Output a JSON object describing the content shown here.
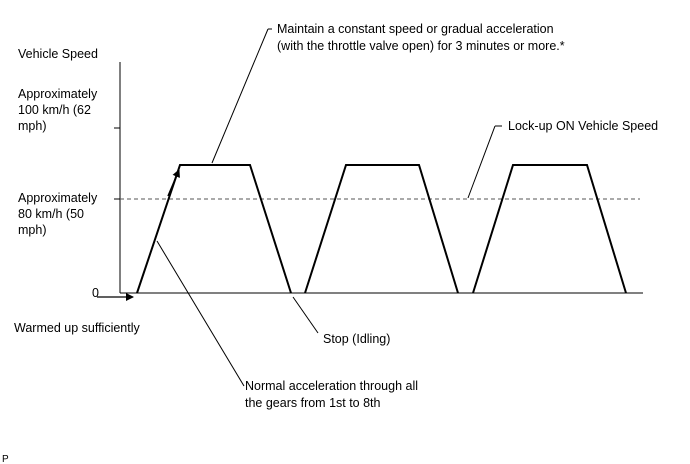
{
  "y_axis_title": "Vehicle Speed",
  "speed_high": {
    "lines": [
      "Approximately",
      "100 km/h (62",
      "mph)"
    ]
  },
  "speed_lockup": {
    "lines": [
      "Approximately",
      "80 km/h (50",
      "mph)"
    ]
  },
  "zero_label": "0",
  "warmed_up": "Warmed up sufficiently",
  "stop_idling": "Stop (Idling)",
  "lockup_on": "Lock-up ON Vehicle Speed",
  "maintain_note": {
    "lines": [
      "Maintain a constant speed or gradual acceleration",
      "(with the throttle valve open) for 3 minutes or more.*"
    ]
  },
  "normal_accel": {
    "lines": [
      "Normal acceleration through all",
      "the gears from 1st to 8th"
    ]
  },
  "footer_mark": "P",
  "colors": {
    "line": "#000000",
    "dashed": "#555555"
  }
}
